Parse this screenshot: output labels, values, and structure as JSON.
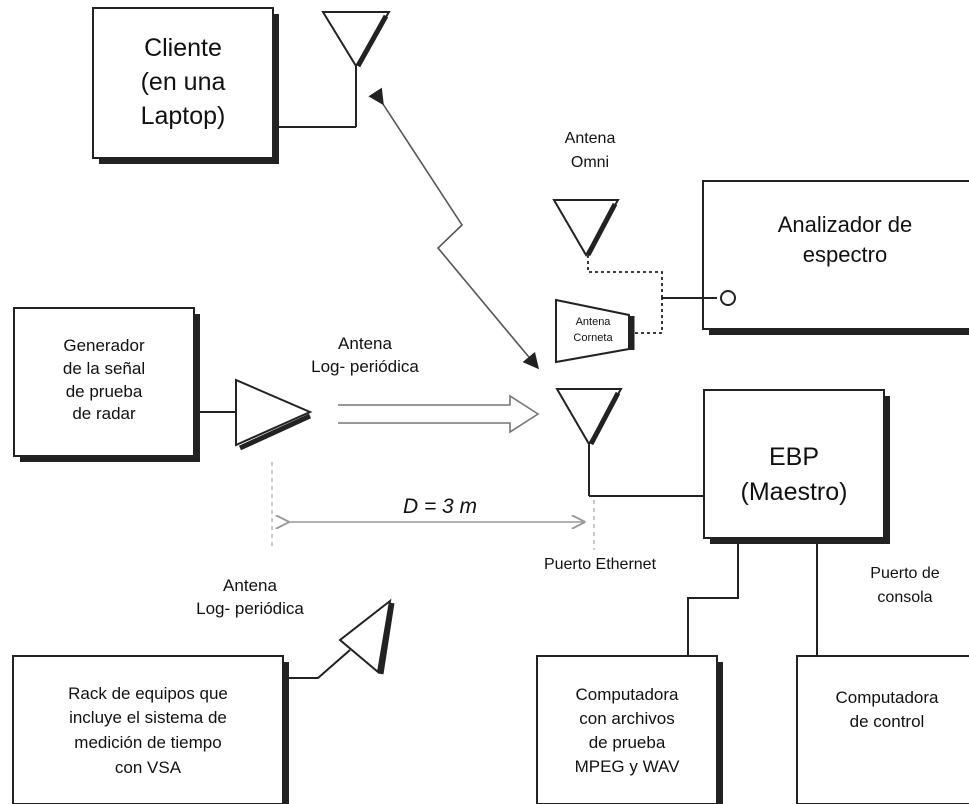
{
  "boxes": {
    "client": "Cliente\n(en una\nLaptop)",
    "spectrum_analyzer": "Analizador de\nespectro",
    "radar_generator": "Generador\nde la señal\nde prueba\nde radar",
    "ebp": "EBP\n(Maestro)",
    "rack": "Rack de equipos que\nincluye el sistema de\nmedición de tiempo\ncon VSA",
    "test_computer": "Computadora\ncon archivos\nde prueba\nMPEG y WAV",
    "control_computer": "Computadora\nde control"
  },
  "labels": {
    "omni_antenna": "Antena\nOmni",
    "horn_antenna": "Antena\nCorneta",
    "log_periodic_top": "Antena\nLog- periódica",
    "log_periodic_bottom": "Antena\nLog- periódica",
    "distance": "D = 3 m",
    "ethernet_port": "Puerto Ethernet",
    "console_port": "Puerto de\nconsola"
  }
}
